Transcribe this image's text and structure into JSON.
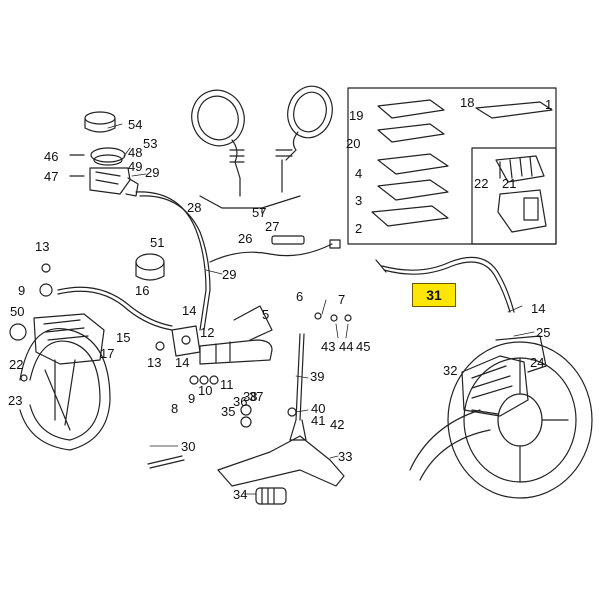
{
  "diagram": {
    "highlight_color": "#ffe600",
    "highlighted_part": "31",
    "part_labels": [
      {
        "id": "54",
        "text": "54"
      },
      {
        "id": "53",
        "text": "53"
      },
      {
        "id": "48",
        "text": "48"
      },
      {
        "id": "46",
        "text": "46"
      },
      {
        "id": "47",
        "text": "47"
      },
      {
        "id": "49",
        "text": "49"
      },
      {
        "id": "29a",
        "text": "29"
      },
      {
        "id": "28",
        "text": "28"
      },
      {
        "id": "57",
        "text": "57"
      },
      {
        "id": "27",
        "text": "27"
      },
      {
        "id": "26",
        "text": "26"
      },
      {
        "id": "29b",
        "text": "29"
      },
      {
        "id": "51",
        "text": "51"
      },
      {
        "id": "13a",
        "text": "13"
      },
      {
        "id": "9a",
        "text": "9"
      },
      {
        "id": "16",
        "text": "16"
      },
      {
        "id": "50",
        "text": "50"
      },
      {
        "id": "15",
        "text": "15"
      },
      {
        "id": "14a",
        "text": "14"
      },
      {
        "id": "12",
        "text": "12"
      },
      {
        "id": "17",
        "text": "17"
      },
      {
        "id": "13b",
        "text": "13"
      },
      {
        "id": "14b",
        "text": "14"
      },
      {
        "id": "22a",
        "text": "22"
      },
      {
        "id": "23",
        "text": "23"
      },
      {
        "id": "8",
        "text": "8"
      },
      {
        "id": "9b",
        "text": "9"
      },
      {
        "id": "10",
        "text": "10"
      },
      {
        "id": "11",
        "text": "11"
      },
      {
        "id": "5",
        "text": "5"
      },
      {
        "id": "6",
        "text": "6"
      },
      {
        "id": "7",
        "text": "7"
      },
      {
        "id": "43",
        "text": "43"
      },
      {
        "id": "44",
        "text": "44"
      },
      {
        "id": "45",
        "text": "45"
      },
      {
        "id": "39",
        "text": "39"
      },
      {
        "id": "38",
        "text": "38"
      },
      {
        "id": "37",
        "text": "37"
      },
      {
        "id": "36",
        "text": "36"
      },
      {
        "id": "35",
        "text": "35"
      },
      {
        "id": "40",
        "text": "40"
      },
      {
        "id": "41",
        "text": "41"
      },
      {
        "id": "42",
        "text": "42"
      },
      {
        "id": "30",
        "text": "30"
      },
      {
        "id": "33",
        "text": "33"
      },
      {
        "id": "34",
        "text": "34"
      },
      {
        "id": "19",
        "text": "19"
      },
      {
        "id": "18",
        "text": "18"
      },
      {
        "id": "20",
        "text": "20"
      },
      {
        "id": "4",
        "text": "4"
      },
      {
        "id": "3",
        "text": "3"
      },
      {
        "id": "2",
        "text": "2"
      },
      {
        "id": "1",
        "text": "1"
      },
      {
        "id": "22b",
        "text": "22"
      },
      {
        "id": "21",
        "text": "21"
      },
      {
        "id": "14c",
        "text": "14"
      },
      {
        "id": "25",
        "text": "25"
      },
      {
        "id": "24",
        "text": "24"
      },
      {
        "id": "32",
        "text": "32"
      }
    ]
  }
}
